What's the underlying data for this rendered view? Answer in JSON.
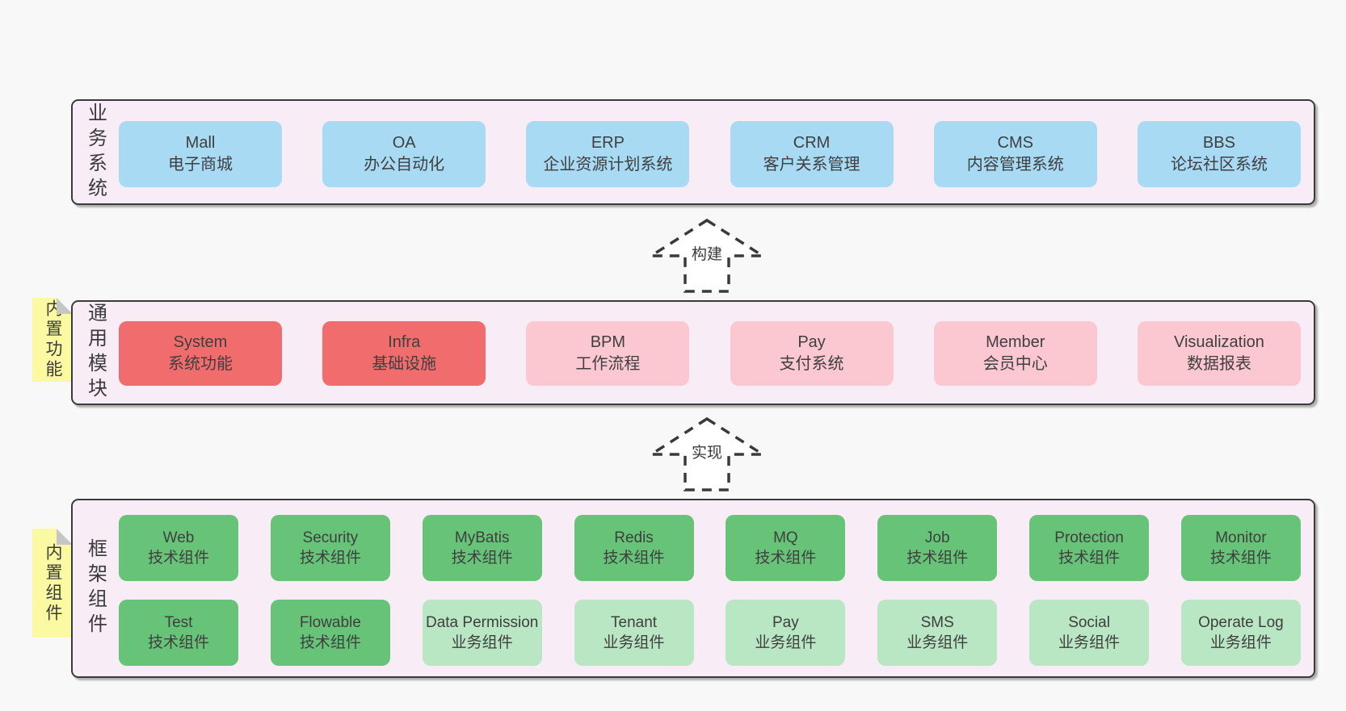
{
  "colors": {
    "page_bg": "#f8f8f8",
    "panel_bg": "#f8edf6",
    "panel_border": "#3b3b3b",
    "note_bg": "#fbf9a2",
    "note_fold": "#c6c6c6",
    "blue": "#a8daf4",
    "red": "#f16c6c",
    "pink": "#fbc8d1",
    "green": "#66c377",
    "light_green": "#b9e6c3",
    "text": "#3f3f3f"
  },
  "layers": {
    "business": {
      "label": "业务系统",
      "boxes": [
        {
          "title": "Mall",
          "subtitle": "电子商城",
          "color": "blue"
        },
        {
          "title": "OA",
          "subtitle": "办公自动化",
          "color": "blue"
        },
        {
          "title": "ERP",
          "subtitle": "企业资源计划系统",
          "color": "blue"
        },
        {
          "title": "CRM",
          "subtitle": "客户关系管理",
          "color": "blue"
        },
        {
          "title": "CMS",
          "subtitle": "内容管理系统",
          "color": "blue"
        },
        {
          "title": "BBS",
          "subtitle": "论坛社区系统",
          "color": "blue"
        }
      ]
    },
    "modules": {
      "label": "通用模块",
      "note": "内置功能",
      "boxes": [
        {
          "title": "System",
          "subtitle": "系统功能",
          "color": "red"
        },
        {
          "title": "Infra",
          "subtitle": "基础设施",
          "color": "red"
        },
        {
          "title": "BPM",
          "subtitle": "工作流程",
          "color": "pink"
        },
        {
          "title": "Pay",
          "subtitle": "支付系统",
          "color": "pink"
        },
        {
          "title": "Member",
          "subtitle": "会员中心",
          "color": "pink"
        },
        {
          "title": "Visualization",
          "subtitle": "数据报表",
          "color": "pink"
        }
      ]
    },
    "framework": {
      "label": "框架组件",
      "note": "内置组件",
      "row1": [
        {
          "title": "Web",
          "subtitle": "技术组件",
          "color": "green"
        },
        {
          "title": "Security",
          "subtitle": "技术组件",
          "color": "green"
        },
        {
          "title": "MyBatis",
          "subtitle": "技术组件",
          "color": "green"
        },
        {
          "title": "Redis",
          "subtitle": "技术组件",
          "color": "green"
        },
        {
          "title": "MQ",
          "subtitle": "技术组件",
          "color": "green"
        },
        {
          "title": "Job",
          "subtitle": "技术组件",
          "color": "green"
        },
        {
          "title": "Protection",
          "subtitle": "技术组件",
          "color": "green"
        },
        {
          "title": "Monitor",
          "subtitle": "技术组件",
          "color": "green"
        }
      ],
      "row2": [
        {
          "title": "Test",
          "subtitle": "技术组件",
          "color": "green"
        },
        {
          "title": "Flowable",
          "subtitle": "技术组件",
          "color": "green"
        },
        {
          "title": "Data Permission",
          "subtitle": "业务组件",
          "color": "light_green"
        },
        {
          "title": "Tenant",
          "subtitle": "业务组件",
          "color": "light_green"
        },
        {
          "title": "Pay",
          "subtitle": "业务组件",
          "color": "light_green"
        },
        {
          "title": "SMS",
          "subtitle": "业务组件",
          "color": "light_green"
        },
        {
          "title": "Social",
          "subtitle": "业务组件",
          "color": "light_green"
        },
        {
          "title": "Operate Log",
          "subtitle": "业务组件",
          "color": "light_green"
        }
      ]
    }
  },
  "arrows": {
    "build": {
      "label": "构建"
    },
    "implement": {
      "label": "实现"
    }
  }
}
